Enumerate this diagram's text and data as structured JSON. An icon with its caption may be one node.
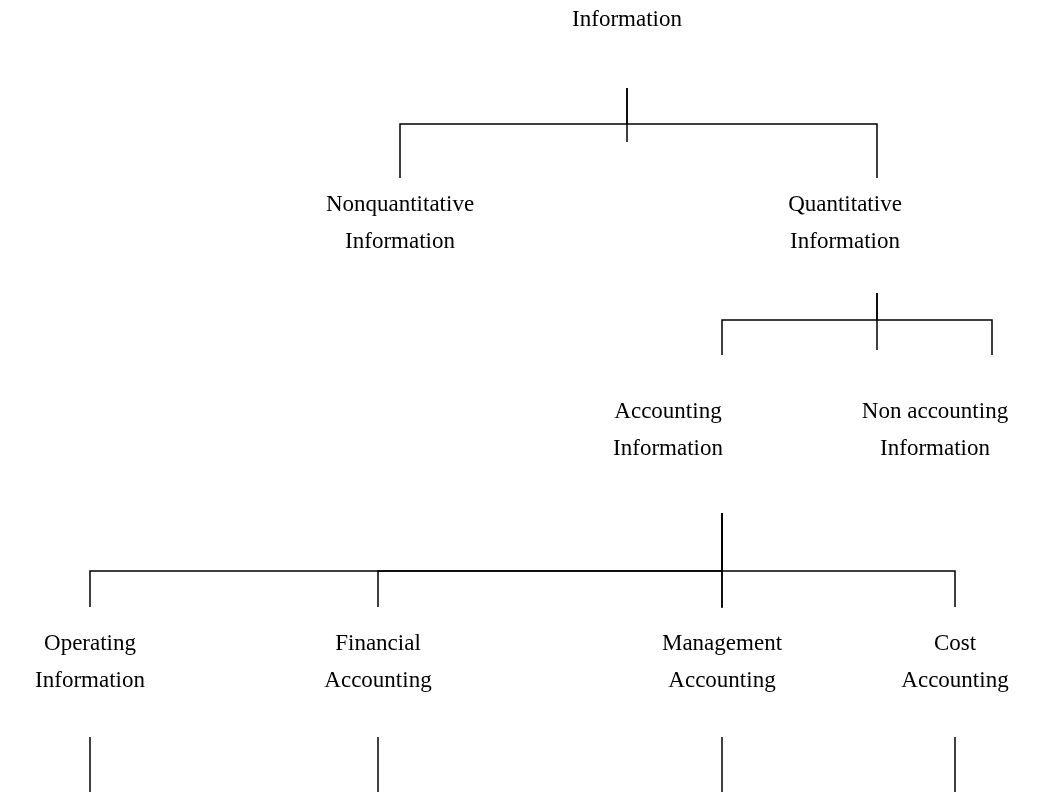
{
  "diagram": {
    "nodes": [
      {
        "text": [
          "Information"
        ]
      },
      {
        "text": [
          "Nonquantitative Information"
        ]
      },
      {
        "text": [
          "Quantitative Information"
        ]
      },
      {
        "text": [
          "Accounting Information"
        ]
      },
      {
        "text": [
          "Non accounting Information"
        ]
      },
      {
        "text": [
          "Operating Information"
        ]
      },
      {
        "text": [
          "Financial Accounting"
        ]
      },
      {
        "text": [
          "Management Accounting"
        ]
      },
      {
        "text": [
          "Cost Accounting"
        ]
      }
    ],
    "edges": [
      {
        "from": 0,
        "to": 1,
        "arrow": "none"
      },
      {
        "from": 0,
        "to": 2,
        "arrow": "none"
      },
      {
        "from": 2,
        "to": 3,
        "arrow": "none"
      },
      {
        "from": 2,
        "to": 4,
        "arrow": "none"
      },
      {
        "from": 3,
        "to": 5,
        "arrow": "none"
      },
      {
        "from": 3,
        "to": 6,
        "arrow": "none"
      },
      {
        "from": 3,
        "to": 7,
        "arrow": "none"
      },
      {
        "from": 3,
        "to": 8,
        "arrow": "none"
      }
    ]
  }
}
